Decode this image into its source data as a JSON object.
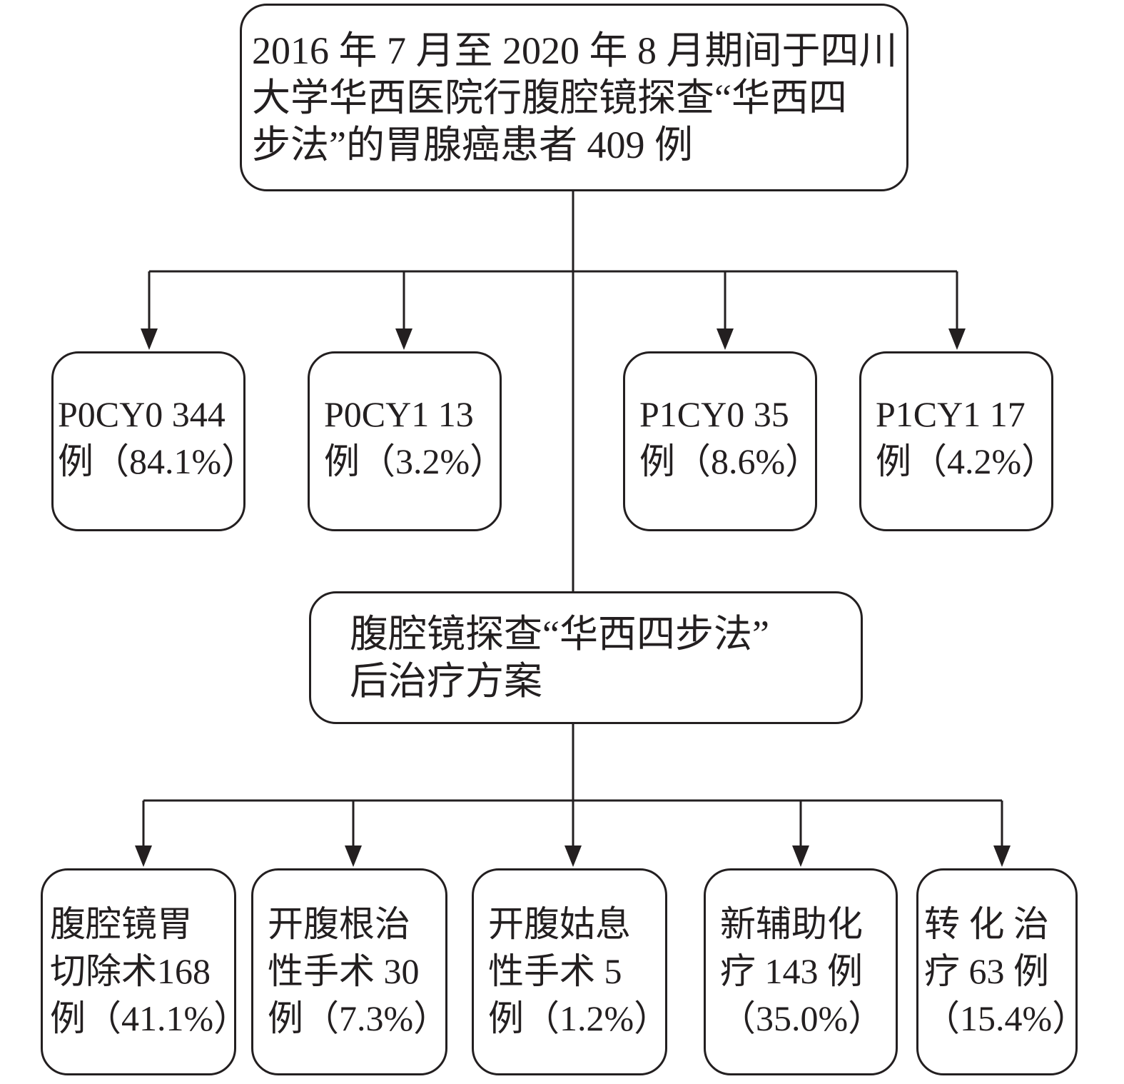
{
  "top_box": {
    "lines": [
      "2016 年 7 月至 2020 年 8 月期间于四川",
      "大学华西医院行腹腔镜探查“华西四",
      "步法”的胃腺癌患者 409 例"
    ]
  },
  "classification": [
    {
      "line1": "P0CY0 344",
      "line2": "例（84.1%）"
    },
    {
      "line1": "P0CY1 13",
      "line2": "例（3.2%）"
    },
    {
      "line1": "P1CY0 35",
      "line2": "例（8.6%）"
    },
    {
      "line1": "P1CY1 17",
      "line2": "例（4.2%）"
    }
  ],
  "middle_box": {
    "lines": [
      "腹腔镜探查“华西四步法”",
      "后治疗方案"
    ]
  },
  "treatments": [
    {
      "lines": [
        "腹腔镜胃",
        "切除术168",
        "例（41.1%）"
      ]
    },
    {
      "lines": [
        "开腹根治",
        "性手术 30",
        "例（7.3%）"
      ]
    },
    {
      "lines": [
        "开腹姑息",
        "性手术 5",
        "例（1.2%）"
      ]
    },
    {
      "lines": [
        "新辅助化",
        "疗 143 例",
        "（35.0%）"
      ]
    },
    {
      "lines": [
        "转 化 治",
        "疗 63 例",
        "（15.4%）"
      ]
    }
  ],
  "colors": {
    "stroke": "#231f20",
    "text": "#231f20",
    "background": "#ffffff"
  }
}
